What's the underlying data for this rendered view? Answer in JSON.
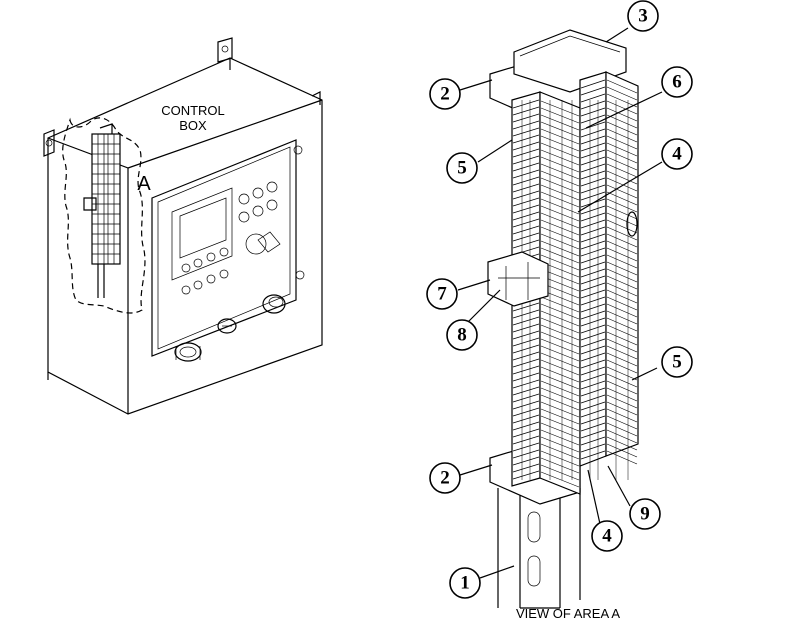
{
  "control_box": {
    "label_line1": "CONTROL",
    "label_line2": "BOX",
    "area_marker": "A"
  },
  "view_caption": "VIEW OF AREA A",
  "callouts": [
    {
      "id": "c1",
      "number": "1"
    },
    {
      "id": "c2a",
      "number": "2"
    },
    {
      "id": "c2b",
      "number": "2"
    },
    {
      "id": "c3",
      "number": "3"
    },
    {
      "id": "c4a",
      "number": "4"
    },
    {
      "id": "c4b",
      "number": "4"
    },
    {
      "id": "c5a",
      "number": "5"
    },
    {
      "id": "c5b",
      "number": "5"
    },
    {
      "id": "c6",
      "number": "6"
    },
    {
      "id": "c7",
      "number": "7"
    },
    {
      "id": "c8",
      "number": "8"
    },
    {
      "id": "c9",
      "number": "9"
    }
  ]
}
